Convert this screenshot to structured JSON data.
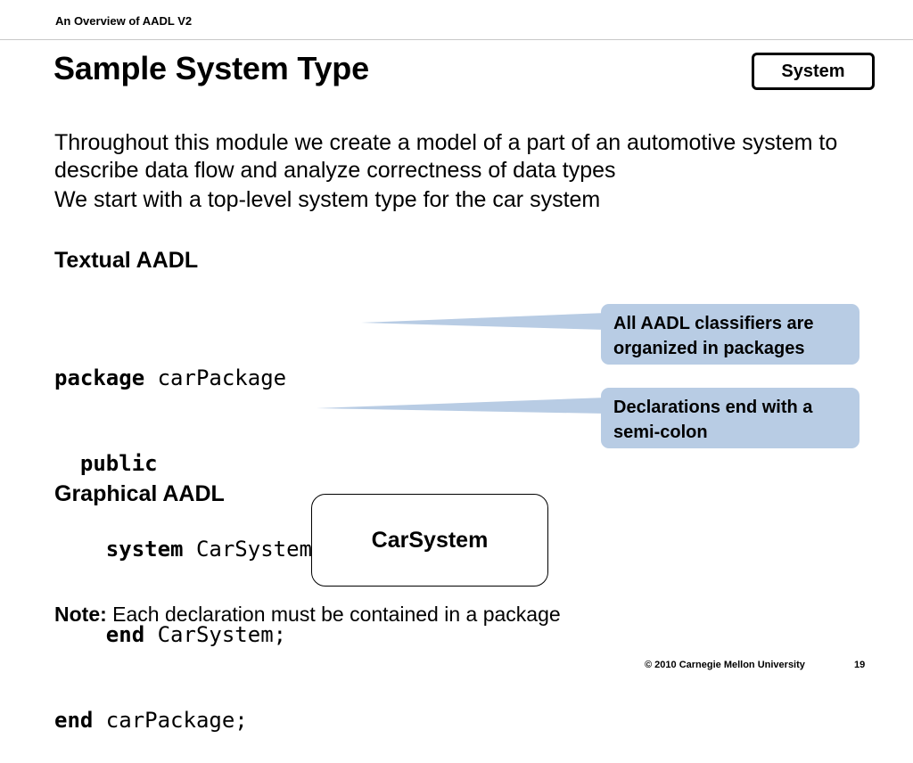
{
  "header": {
    "title": "An Overview of AADL V2"
  },
  "slide": {
    "title": "Sample System Type",
    "badge": "System",
    "paragraph1": "Throughout this module we create a model of a part of an automotive system to describe data flow and analyze correctness of data types",
    "paragraph2": "We start with a top-level system type for the car system",
    "textual_heading": "Textual AADL",
    "code": [
      {
        "indent": "",
        "keyword": "package",
        "rest": " carPackage"
      },
      {
        "indent": "  ",
        "keyword": "public",
        "rest": ""
      },
      {
        "indent": "    ",
        "keyword": "system",
        "rest": " CarSystem"
      },
      {
        "indent": "    ",
        "keyword": "end",
        "rest": " CarSystem;"
      },
      {
        "indent": "",
        "keyword": "end",
        "rest": " carPackage;"
      }
    ],
    "callouts": [
      {
        "text": "All AADL classifiers are organized in packages"
      },
      {
        "text": "Declarations end with a semi-colon"
      }
    ],
    "callout_color": "#b8cce4",
    "graphical_heading": "Graphical AADL",
    "graphical_box_label": "CarSystem",
    "note_label": "Note:",
    "note_text": " Each declaration must be contained in a package"
  },
  "footer": {
    "copyright": "© 2010 Carnegie Mellon University",
    "page_number": "19"
  }
}
